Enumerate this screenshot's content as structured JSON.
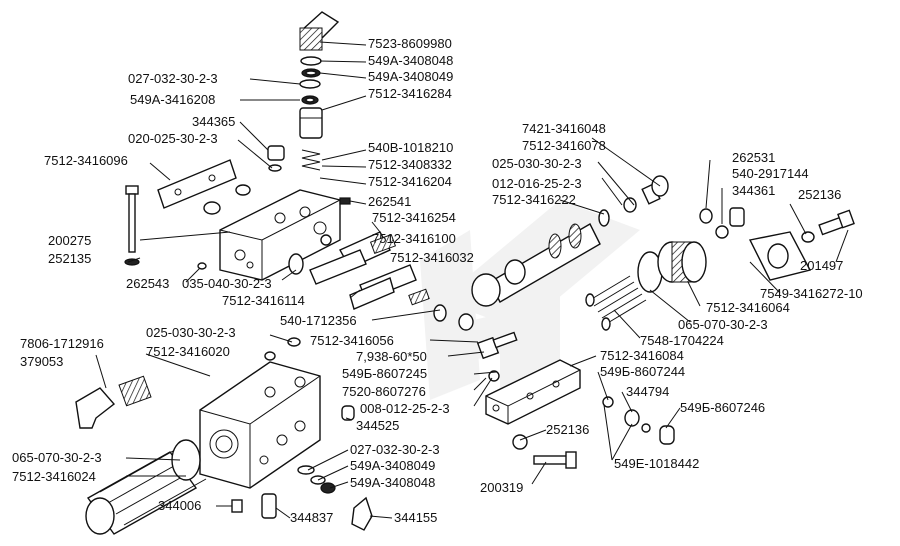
{
  "diagram": {
    "labels": {
      "l1": "7523-8609980",
      "l2": "549А-3408048",
      "l3": "027-032-30-2-3",
      "l4": "549А-3408049",
      "l5": "549А-3416208",
      "l6": "7512-3416284",
      "l7": "344365",
      "l8": "020-025-30-2-3",
      "l9": "7512-3416096",
      "l10": "540В-1018210",
      "l11": "7512-3408332",
      "l12": "7512-3416204",
      "l13": "262541",
      "l14": "7512-3416254",
      "l15": "7512-3416100",
      "l16": "7512-3416032",
      "l17": "200275",
      "l18": "252135",
      "l19": "262543",
      "l20": "035-040-30-2-3",
      "l21": "7512-3416114",
      "l22": "540-1712356",
      "l23": "7421-3416048",
      "l24": "7512-3416078",
      "l25": "025-030-30-2-3",
      "l26": "012-016-25-2-3",
      "l27": "7512-3416222",
      "l28": "262531",
      "l29": "540-2917144",
      "l30": "344361",
      "l31": "252136",
      "l32": "201497",
      "l33": "7549-3416272-10",
      "l34": "7512-3416064",
      "l35": "065-070-30-2-3",
      "l36": "7548-1704224",
      "l37": "025-030-30-2-3",
      "l38": "7806-1712916",
      "l39": "379053",
      "l40": "7512-3416020",
      "l41": "7512-3416056",
      "l42": "7,938-60*50",
      "l43": "549Б-8607245",
      "l44": "7520-8607276",
      "l45": "008-012-25-2-3",
      "l46": "344525",
      "l47": "7512-3416084",
      "l48": "549Б-8607244",
      "l49": "344794",
      "l50": "549Б-8607246",
      "l51": "252136",
      "l52": "549Е-1018442",
      "l53": "200319",
      "l54": "065-070-30-2-3",
      "l55": "7512-3416024",
      "l56": "027-032-30-2-3",
      "l57": "549А-3408049",
      "l58": "549А-3408048",
      "l59": "344006",
      "l60": "344837",
      "l61": "344155"
    }
  }
}
